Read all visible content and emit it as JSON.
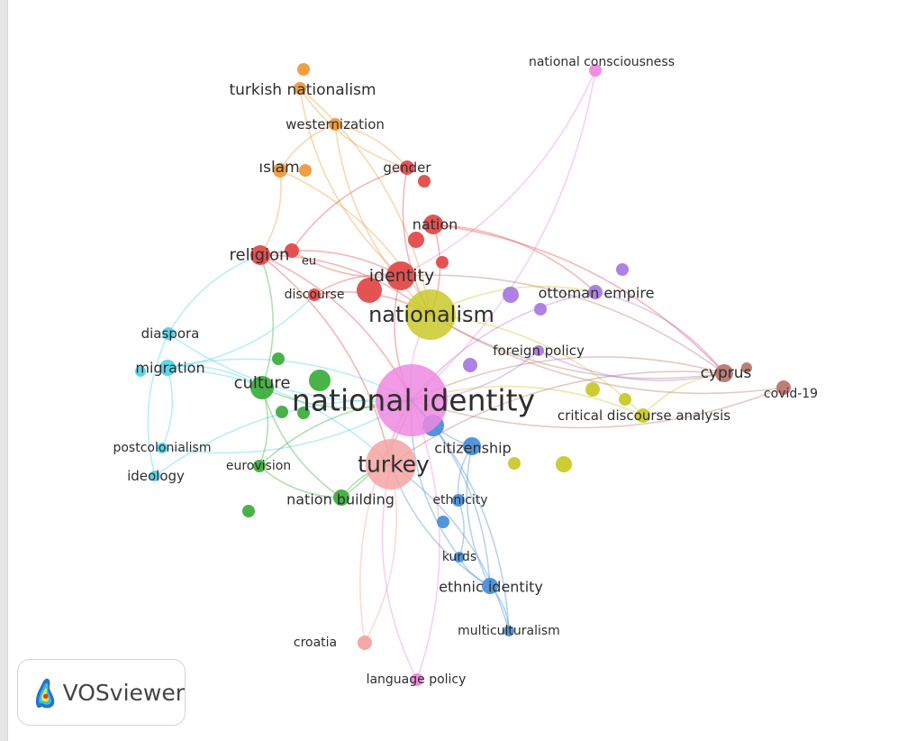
{
  "brand": {
    "name": "VOSviewer",
    "icon": "vosviewer-logo-icon"
  },
  "colors": {
    "red": "#e34a4a",
    "green": "#3fae3f",
    "blue": "#4a8fd8",
    "yellow": "#c9c92a",
    "purple": "#a97be0",
    "cyan": "#55d2e8",
    "orange": "#f09a3a",
    "brown": "#b9776f",
    "pink": "#ee88e0",
    "salmon": "#f3a4a2"
  },
  "nodes": [
    {
      "id": "national_identity",
      "label": "national identity",
      "cluster": "pink"
    },
    {
      "id": "nationalism",
      "label": "nationalism",
      "cluster": "yellow"
    },
    {
      "id": "turkey",
      "label": "turkey",
      "cluster": "salmon"
    },
    {
      "id": "identity",
      "label": "identity",
      "cluster": "red"
    },
    {
      "id": "religion",
      "label": "religion",
      "cluster": "red"
    },
    {
      "id": "nation",
      "label": "nation",
      "cluster": "red"
    },
    {
      "id": "gender",
      "label": "gender",
      "cluster": "red"
    },
    {
      "id": "eu",
      "label": "eu",
      "cluster": "red"
    },
    {
      "id": "discourse",
      "label": "discourse",
      "cluster": "red"
    },
    {
      "id": "turkish_nationalism",
      "label": "turkish nationalism",
      "cluster": "orange"
    },
    {
      "id": "westernization",
      "label": "westernization",
      "cluster": "orange"
    },
    {
      "id": "islam",
      "label": "ıslam",
      "cluster": "orange"
    },
    {
      "id": "national_consciousness",
      "label": "national consciousness",
      "cluster": "pink"
    },
    {
      "id": "language_policy",
      "label": "language policy",
      "cluster": "pink"
    },
    {
      "id": "ottoman_empire",
      "label": "ottoman empire",
      "cluster": "purple"
    },
    {
      "id": "foreign_policy",
      "label": "foreign policy",
      "cluster": "purple"
    },
    {
      "id": "cyprus",
      "label": "cyprus",
      "cluster": "brown"
    },
    {
      "id": "covid19",
      "label": "covid-19",
      "cluster": "brown"
    },
    {
      "id": "critical_discourse_analysis",
      "label": "critical discourse analysis",
      "cluster": "yellow"
    },
    {
      "id": "citizenship",
      "label": "citizenship",
      "cluster": "blue"
    },
    {
      "id": "ethnicity",
      "label": "ethnicity",
      "cluster": "blue"
    },
    {
      "id": "kurds",
      "label": "kurds",
      "cluster": "blue"
    },
    {
      "id": "ethnic_identity",
      "label": "ethnic identity",
      "cluster": "blue"
    },
    {
      "id": "multiculturalism",
      "label": "multiculturalism",
      "cluster": "blue"
    },
    {
      "id": "culture",
      "label": "culture",
      "cluster": "green"
    },
    {
      "id": "eurovision",
      "label": "eurovision",
      "cluster": "green"
    },
    {
      "id": "nation_building",
      "label": "nation building",
      "cluster": "green"
    },
    {
      "id": "diaspora",
      "label": "diaspora",
      "cluster": "cyan"
    },
    {
      "id": "migration",
      "label": "migration",
      "cluster": "cyan"
    },
    {
      "id": "postcolonialism",
      "label": "postcolonialism",
      "cluster": "cyan"
    },
    {
      "id": "ideology",
      "label": "ideology",
      "cluster": "cyan"
    },
    {
      "id": "croatia",
      "label": "croatia",
      "cluster": "salmon"
    }
  ]
}
